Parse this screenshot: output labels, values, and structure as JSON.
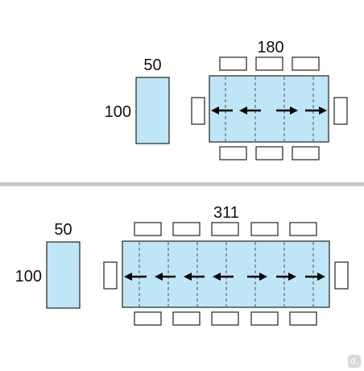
{
  "colors": {
    "table_fill": "#bfe6f7",
    "stroke": "#222222",
    "divider": "#c8c8c8",
    "arrow": "#000000"
  },
  "top": {
    "width_label": "50",
    "depth_label": "100",
    "extended_label": "180"
  },
  "bottom": {
    "width_label": "50",
    "depth_label": "100",
    "extended_label": "311"
  },
  "watermark": "d."
}
